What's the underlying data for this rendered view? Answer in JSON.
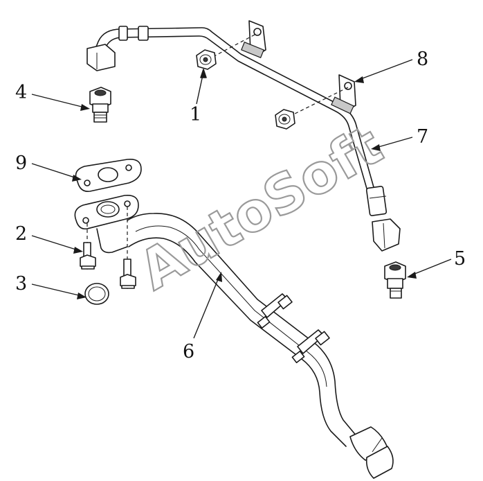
{
  "watermark": "AutoSoft",
  "callouts": [
    {
      "id": "1",
      "label": "1"
    },
    {
      "id": "2",
      "label": "2"
    },
    {
      "id": "3",
      "label": "3"
    },
    {
      "id": "4",
      "label": "4"
    },
    {
      "id": "5",
      "label": "5"
    },
    {
      "id": "6",
      "label": "6"
    },
    {
      "id": "7",
      "label": "7"
    },
    {
      "id": "8",
      "label": "8"
    },
    {
      "id": "9",
      "label": "9"
    }
  ],
  "colors": {
    "line": "#1a1a1a",
    "watermark": "#9a9a9a",
    "background": "#ffffff"
  }
}
